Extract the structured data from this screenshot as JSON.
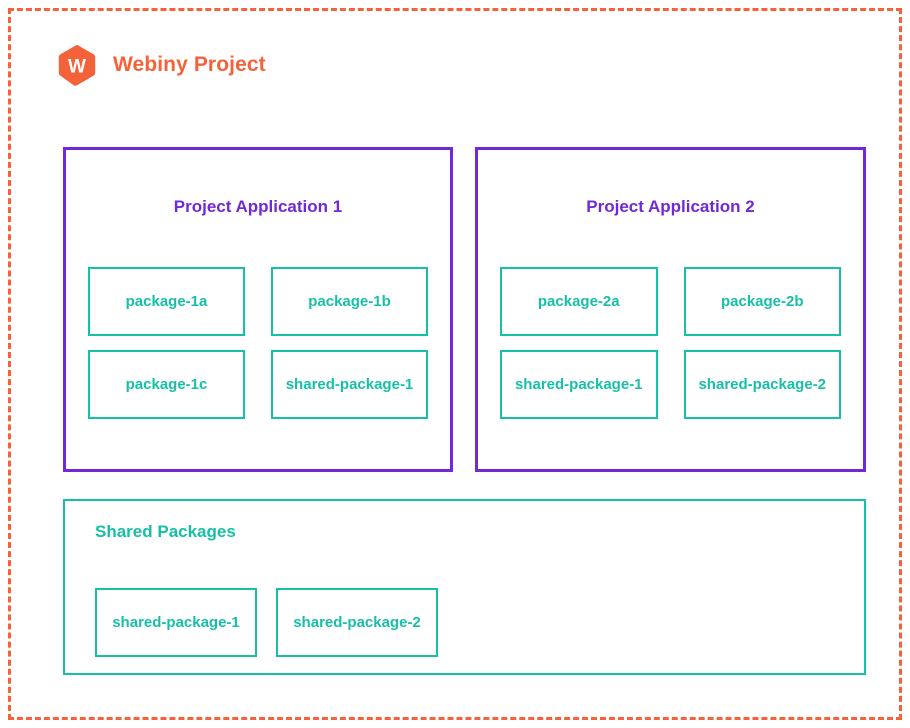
{
  "header": {
    "logo_icon": "webiny-hexagon-logo-icon",
    "logo_letter": "W",
    "title": "Webiny Project"
  },
  "colors": {
    "boundary": "#F4623A",
    "brand": "#F4623A",
    "application": "#7129D6",
    "package": "#17BFA6",
    "background": "#FFFFFF"
  },
  "applications": [
    {
      "title": "Project Application 1",
      "packages": [
        {
          "label": "package-1a"
        },
        {
          "label": "package-1b"
        },
        {
          "label": "package-1c"
        },
        {
          "label": "shared-package-1"
        }
      ]
    },
    {
      "title": "Project Application 2",
      "packages": [
        {
          "label": "package-2a"
        },
        {
          "label": "package-2b"
        },
        {
          "label": "shared-package-1"
        },
        {
          "label": "shared-package-2"
        }
      ]
    }
  ],
  "shared": {
    "title": "Shared Packages",
    "packages": [
      {
        "label": "shared-package-1"
      },
      {
        "label": "shared-package-2"
      }
    ]
  }
}
